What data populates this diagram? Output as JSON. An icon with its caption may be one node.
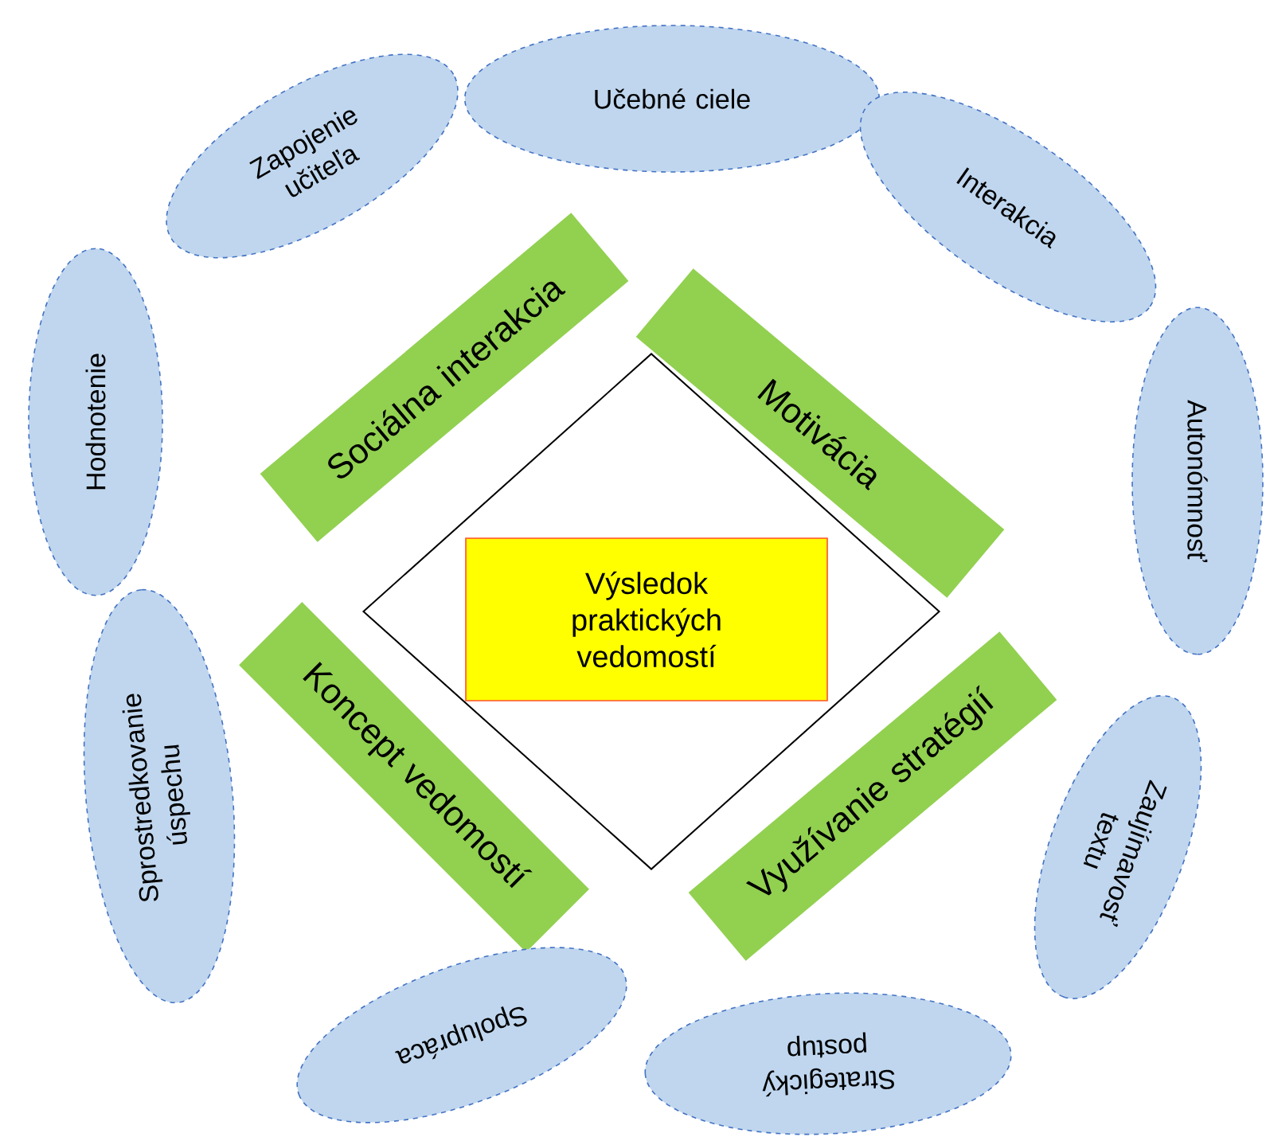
{
  "diagram": {
    "nodes": [
      {
        "text": [],
        "shape": "diamond"
      },
      {
        "text": [
          "Výsledok praktických vedomostí"
        ],
        "in": 0
      },
      {
        "text": [
          "Sociálna interakcia"
        ]
      },
      {
        "text": [
          "Motivácia"
        ]
      },
      {
        "text": [
          "Koncept vedomostí"
        ]
      },
      {
        "text": [
          "Využívanie stratégií"
        ]
      },
      {
        "text": [
          "Učebné ciele"
        ]
      },
      {
        "text": [
          "Interakcia"
        ]
      },
      {
        "text": [
          "Autonómnosť"
        ]
      },
      {
        "text": [
          "Zaujímavosť textu"
        ]
      },
      {
        "text": [
          "Strategický postup"
        ]
      },
      {
        "text": [
          "Spolupráca"
        ]
      },
      {
        "text": [
          "Sprostredkovanie úspechu"
        ]
      },
      {
        "text": [
          "Hodnotenie"
        ]
      },
      {
        "text": [
          "Zapojenie učiteľa"
        ]
      }
    ]
  }
}
